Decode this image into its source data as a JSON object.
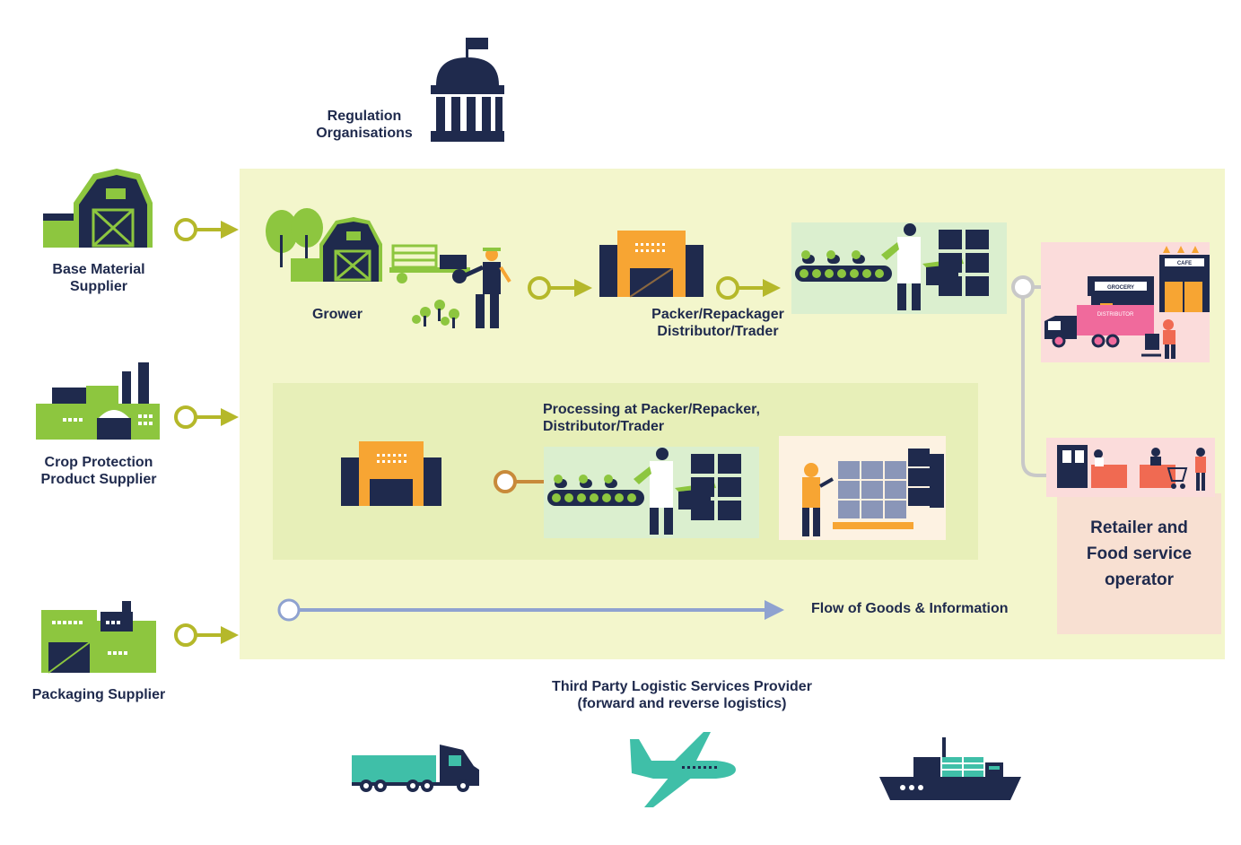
{
  "regulation": {
    "label_line1": "Regulation",
    "label_line2": "Organisations",
    "icon": "government-building-icon"
  },
  "suppliers": [
    {
      "id": "base-material",
      "line1": "Base Material",
      "line2": "Supplier",
      "icon": "barn-icon"
    },
    {
      "id": "crop-protection",
      "line1": "Crop Protection",
      "line2": "Product Supplier",
      "icon": "factory-icon"
    },
    {
      "id": "packaging",
      "line1": "Packaging Supplier",
      "line2": "",
      "icon": "factory-icon"
    }
  ],
  "stages": {
    "grower": "Grower",
    "packer_line1": "Packer/Repackager",
    "packer_line2": "Distributor/Trader",
    "processing_line1": "Processing at Packer/Repacker,",
    "processing_line2": "Distributor/Trader"
  },
  "retailer": {
    "line1": "Retailer and",
    "line2": "Food service",
    "line3": "operator"
  },
  "store_signs": {
    "grocery": "GROCERY",
    "cafe": "CAFE",
    "distributor": "DISTRIBUTOR"
  },
  "flow": {
    "label": "Flow of Goods & Information"
  },
  "logistics": {
    "line1": "Third Party Logistic Services Provider",
    "line2": "(forward and reverse logistics)",
    "icons": [
      "truck-icon",
      "airplane-icon",
      "cargo-ship-icon"
    ]
  },
  "colors": {
    "navy": "#1f2a4d",
    "lime": "#8dc63f",
    "olive_arrow": "#b5b82a",
    "orange": "#f7a533",
    "teal": "#3fbfa8",
    "main_zone": "#f3f6cc",
    "processing_zone": "#e7efb8",
    "retail_panel": "#f8e0d2",
    "flow_arrow": "#8fa2d0"
  }
}
